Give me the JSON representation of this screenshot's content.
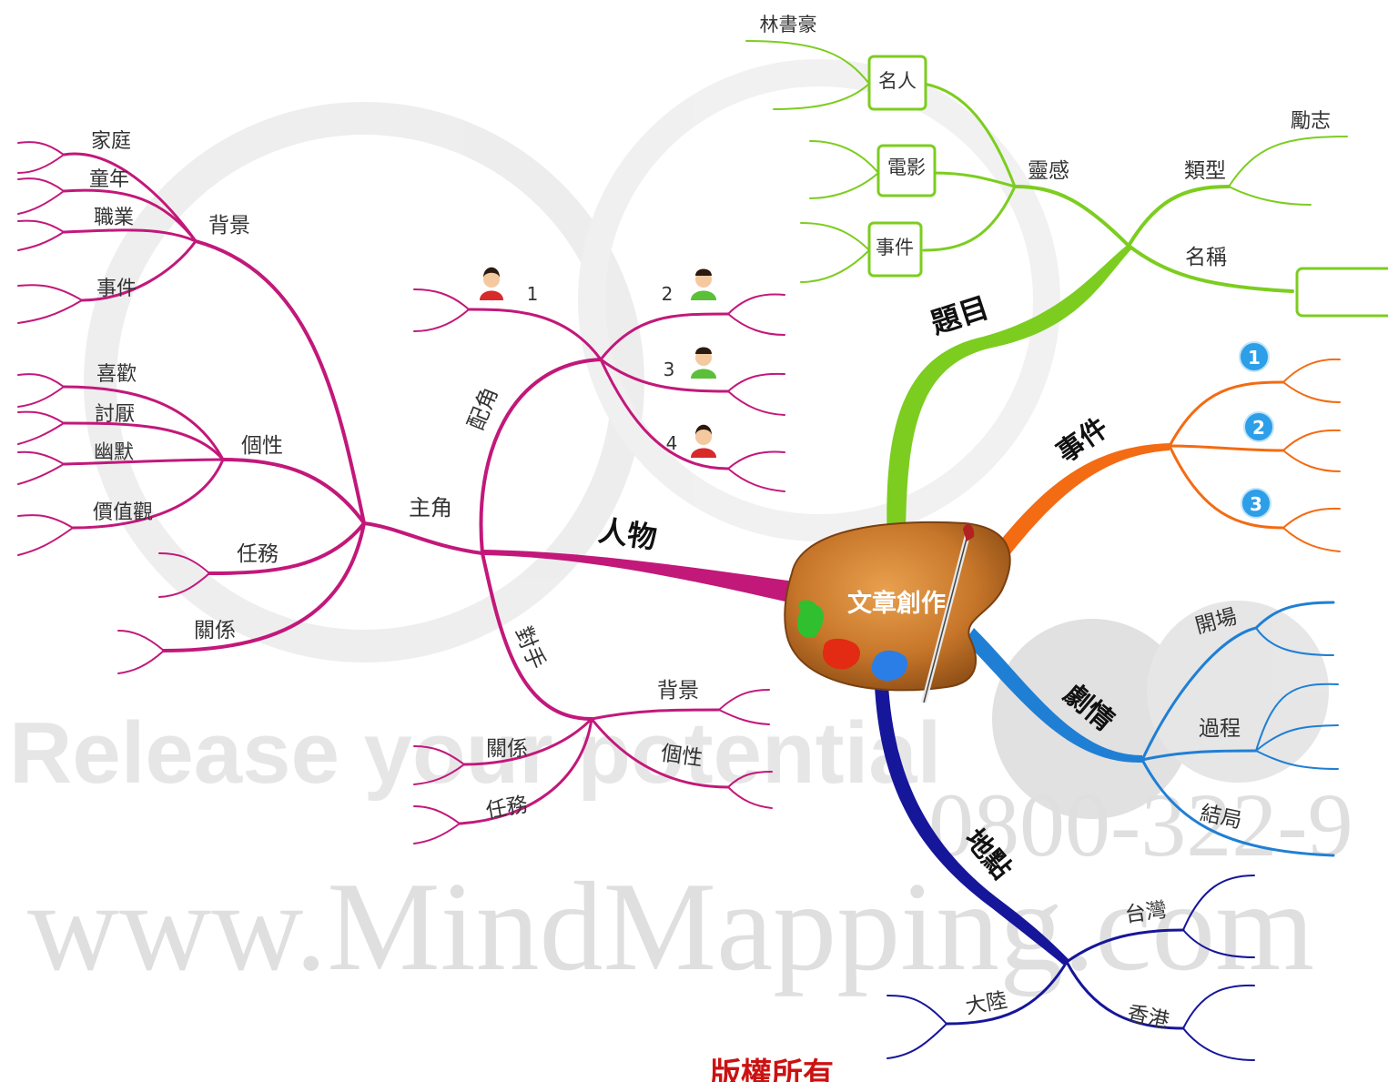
{
  "watermark": {
    "line1": "Release your potential",
    "line2": "www.MindMapping.com",
    "phone": "0800-322-9"
  },
  "center": {
    "label": "文章創作",
    "icon": "paint-palette-icon"
  },
  "colors": {
    "characters": "#c2187a",
    "topic": "#7ccd1f",
    "event": "#f36b12",
    "plot": "#1f7fd4",
    "location": "#16169a"
  },
  "branches": {
    "characters": {
      "label": "人物",
      "protagonist": {
        "label": "主角",
        "background": {
          "label": "背景",
          "items": [
            "家庭",
            "童年",
            "職業",
            "事件"
          ]
        },
        "personality": {
          "label": "個性",
          "items": [
            "喜歡",
            "討厭",
            "幽默",
            "價值觀"
          ]
        },
        "mission": "任務",
        "relationship": "關係"
      },
      "supporting": {
        "label": "配角",
        "numbers": [
          "1",
          "2",
          "3",
          "4"
        ]
      },
      "rival": {
        "label": "對手",
        "items": [
          "背景",
          "個性",
          "關係",
          "任務"
        ]
      }
    },
    "topic": {
      "label": "題目",
      "inspiration": {
        "label": "靈感",
        "items": [
          "名人",
          "電影",
          "事件"
        ],
        "famous_example": "林書豪"
      },
      "type": {
        "label": "類型",
        "items": [
          "勵志"
        ]
      },
      "name": {
        "label": "名稱"
      }
    },
    "event": {
      "label": "事件",
      "numbers": [
        "1",
        "2",
        "3"
      ]
    },
    "plot": {
      "label": "劇情",
      "items": [
        "開場",
        "過程",
        "結局"
      ]
    },
    "location": {
      "label": "地點",
      "items": [
        "台灣",
        "香港",
        "大陸"
      ]
    }
  },
  "footer": {
    "copyright": "版權所有"
  }
}
